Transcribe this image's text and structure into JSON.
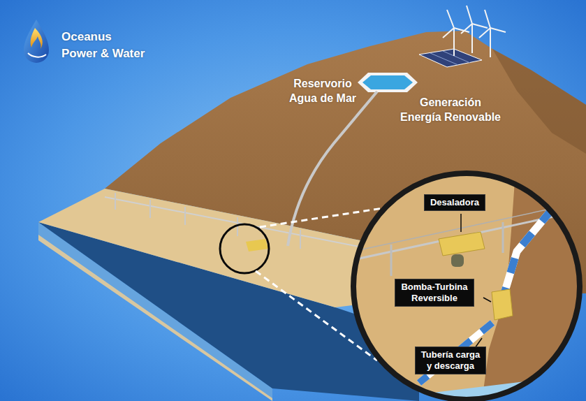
{
  "diagram": {
    "nodes": [
      {
        "text": [
          "Desaladora"
        ]
      },
      {
        "text": [
          "Bomba-Turbina Reversible"
        ]
      },
      {
        "text": [
          "Tubería carga y descarga"
        ]
      }
    ],
    "labels": [
      "Oceanus",
      "Power & Water",
      "Reservorio Agua de Mar",
      "Generación Energía Renovable"
    ]
  }
}
